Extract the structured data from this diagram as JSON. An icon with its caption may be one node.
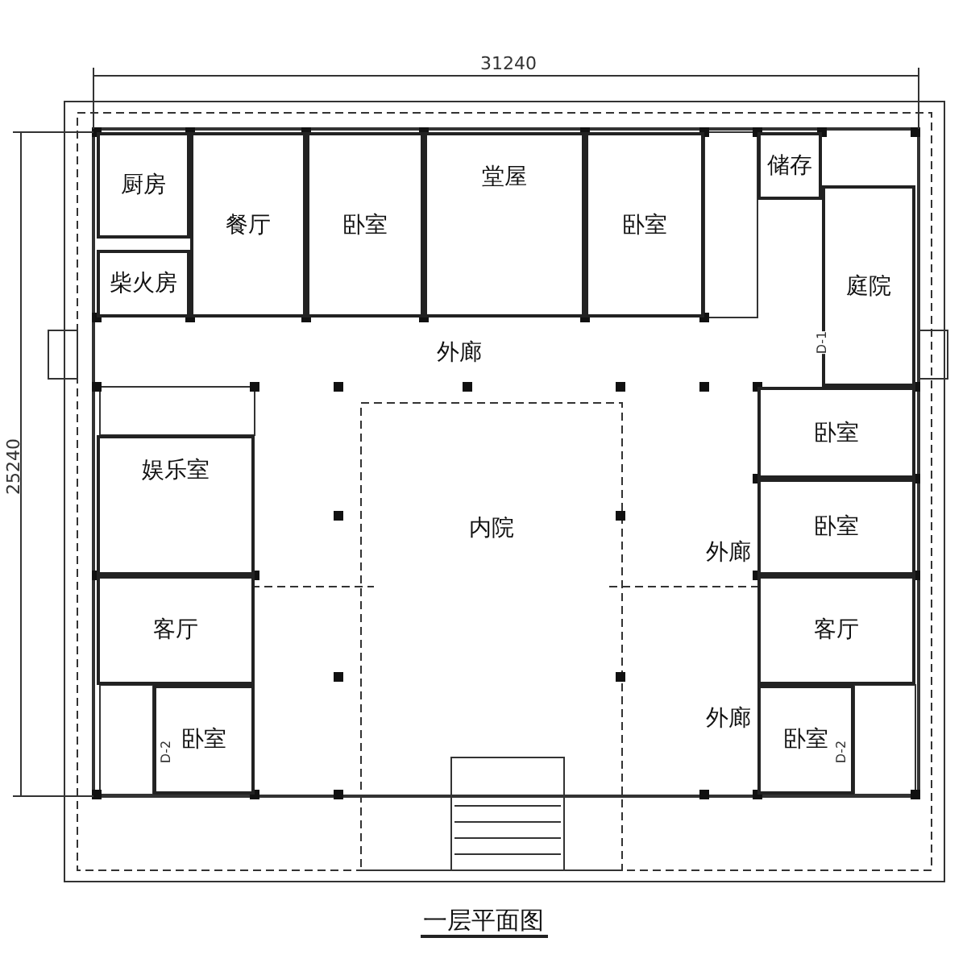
{
  "diagram": {
    "caption": "一层平面图",
    "nodes": [
      {
        "text": [
          "厨房"
        ]
      },
      {
        "text": [
          "柴火房"
        ]
      },
      {
        "text": [
          "餐厅"
        ]
      },
      {
        "text": [
          "卧室"
        ]
      },
      {
        "text": [
          "堂屋"
        ]
      },
      {
        "text": [
          "卧室"
        ]
      },
      {
        "text": [
          "储存"
        ]
      },
      {
        "text": [
          "庭院"
        ]
      },
      {
        "text": [
          "外廊"
        ]
      },
      {
        "text": [
          "娱乐室"
        ]
      },
      {
        "text": [
          "卧室"
        ]
      },
      {
        "text": [
          "卧室"
        ]
      },
      {
        "text": [
          "内院"
        ]
      },
      {
        "text": [
          "外廊"
        ]
      },
      {
        "text": [
          "客厅"
        ]
      },
      {
        "text": [
          "客厅"
        ]
      },
      {
        "text": [
          "外廊"
        ]
      },
      {
        "text": [
          "卧室"
        ]
      },
      {
        "text": [
          "卧室"
        ]
      }
    ],
    "edges": [],
    "labels": [
      "31240",
      "25240",
      "D-1",
      "D-2",
      "D-2"
    ]
  }
}
